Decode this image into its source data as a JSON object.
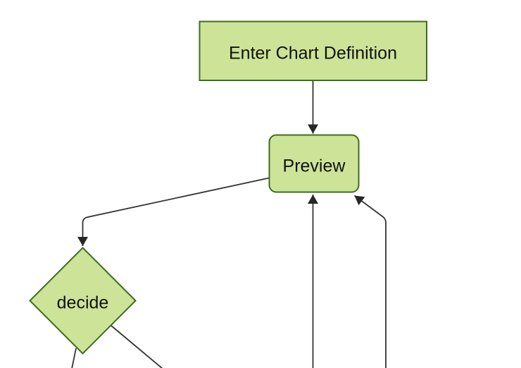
{
  "diagram": {
    "type": "flowchart",
    "direction": "top-down",
    "theme": "forest",
    "colors": {
      "background": "#ffffff",
      "node_fill": "#cde498",
      "node_border": "#3e6c1e",
      "edge": "#333333",
      "arrowhead": "#262626",
      "text": "#111111"
    },
    "nodes": [
      {
        "id": "A",
        "label": "Enter Chart Definition",
        "shape": "rectangle"
      },
      {
        "id": "B",
        "label": "Preview",
        "shape": "rounded-rectangle"
      },
      {
        "id": "C",
        "label": "decide",
        "shape": "diamond"
      }
    ],
    "edges": [
      {
        "from": "A",
        "to": "B",
        "arrow": true
      },
      {
        "from": "B",
        "to": "C",
        "arrow": true
      },
      {
        "from": "offscreen-bottom-middle",
        "to": "B",
        "arrow": true
      },
      {
        "from": "offscreen-bottom-right",
        "to": "B",
        "arrow": true
      },
      {
        "from": "C",
        "to": "offscreen-bottom-left",
        "arrow": false
      },
      {
        "from": "C",
        "to": "offscreen-bottom-right",
        "arrow": false
      }
    ]
  }
}
